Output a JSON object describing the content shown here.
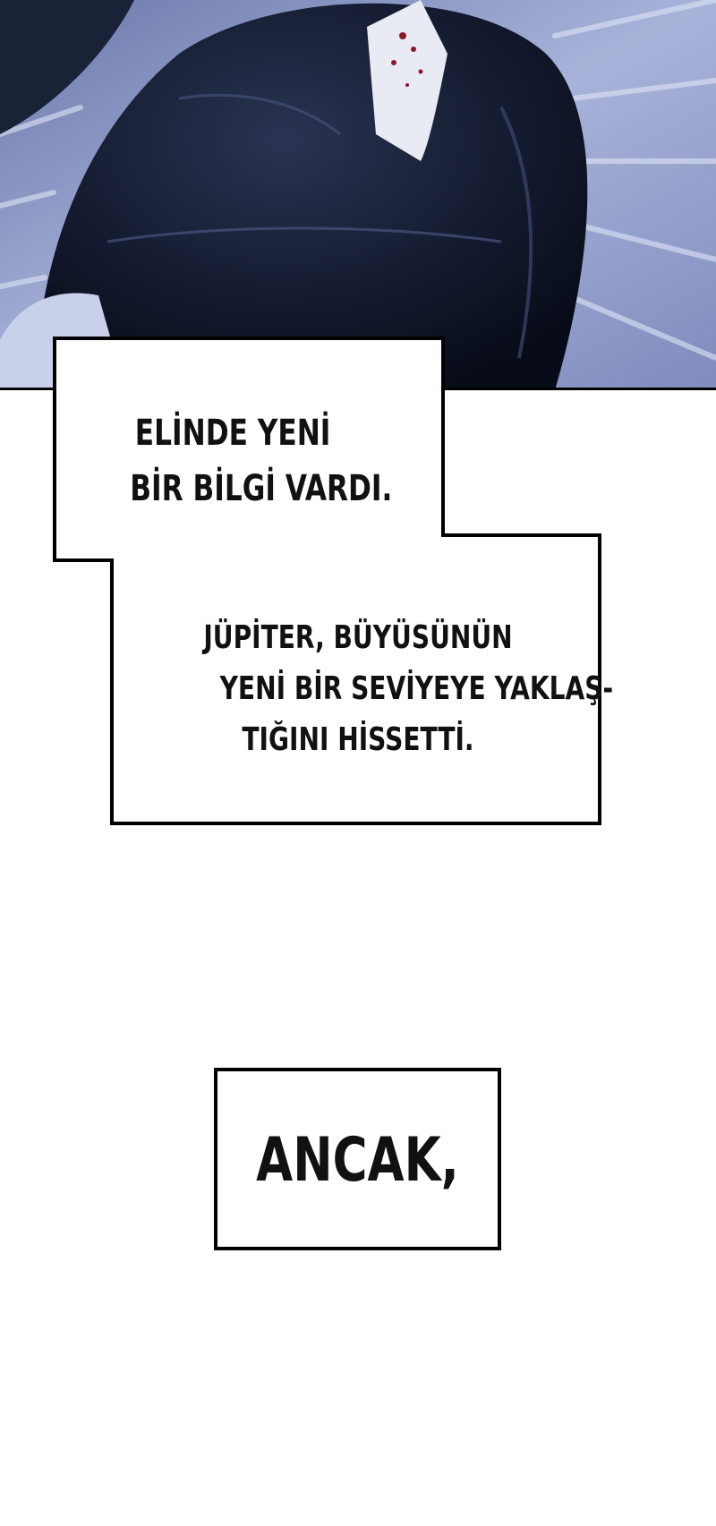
{
  "caption_top": {
    "line1": "ELİNDE YENİ",
    "line2": "BİR BİLGİ VARDI."
  },
  "caption_middle": {
    "line1": "JÜPİTER, BÜYÜSÜNÜN",
    "line2": "YENİ BİR SEVİYEYE YAKLAŞ-",
    "line3": "TIĞINI HİSSETTİ."
  },
  "caption_bottom": {
    "text": "ANCAK,"
  },
  "colors": {
    "background": "#ffffff",
    "ink": "#000000",
    "art_dark": "#0f1628",
    "art_light": "#a9b4d8"
  }
}
